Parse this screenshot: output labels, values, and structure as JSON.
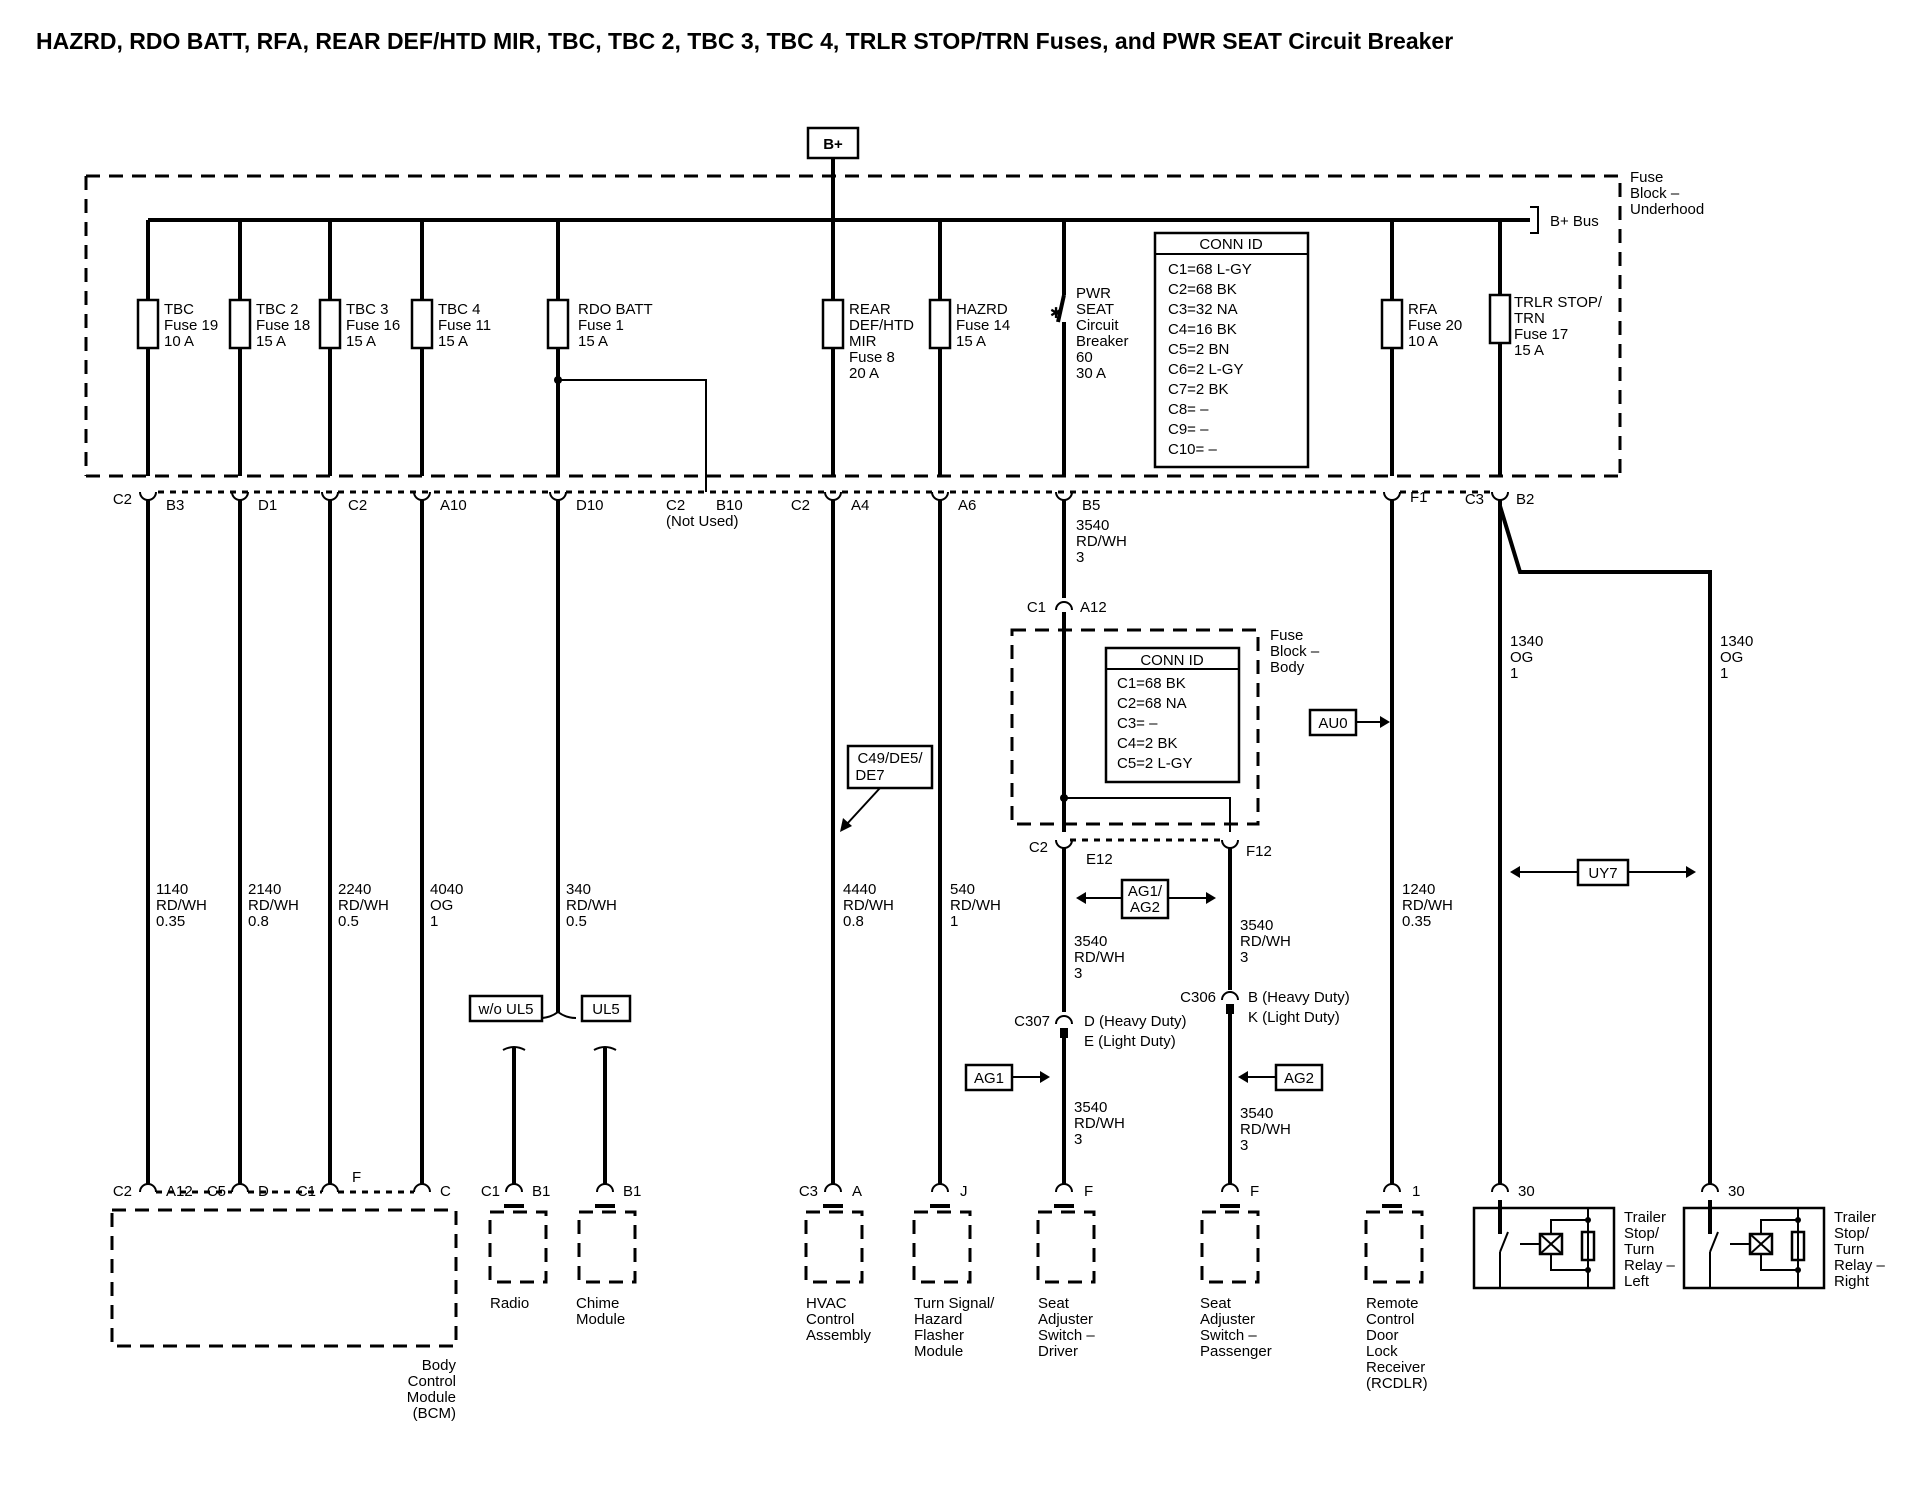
{
  "title": "HAZRD, RDO BATT, RFA, REAR DEF/HTD MIR, TBC, TBC 2, TBC 3, TBC 4, TRLR STOP/TRN Fuses, and PWR SEAT Circuit Breaker",
  "power_source": "B+",
  "bus": {
    "name": "B+ Bus",
    "block": [
      "Fuse",
      "Block –",
      "Underhood"
    ]
  },
  "fuses": [
    {
      "id": "tbc",
      "lines": [
        "TBC",
        "Fuse 19",
        "10 A"
      ],
      "upper_conn": "C2",
      "pin": "B3"
    },
    {
      "id": "tbc2",
      "lines": [
        "TBC 2",
        "Fuse 18",
        "15 A"
      ],
      "upper_conn": "",
      "pin": "D1"
    },
    {
      "id": "tbc3",
      "lines": [
        "TBC 3",
        "Fuse 16",
        "15 A"
      ],
      "upper_conn": "",
      "pin": "C2"
    },
    {
      "id": "tbc4",
      "lines": [
        "TBC 4",
        "Fuse 11",
        "15 A"
      ],
      "upper_conn": "",
      "pin": "A10"
    },
    {
      "id": "rdobatt",
      "lines": [
        "RDO BATT",
        "Fuse 1",
        "15 A"
      ],
      "upper_conn": "",
      "pin": "D10"
    },
    {
      "id": "reardef",
      "lines": [
        "REAR",
        "DEF/HTD",
        "MIR",
        "Fuse 8",
        "20 A"
      ],
      "upper_conn": "C2",
      "pin": "A4"
    },
    {
      "id": "hazrd",
      "lines": [
        "HAZRD",
        "Fuse 14",
        "15 A"
      ],
      "upper_conn": "",
      "pin": "A6"
    },
    {
      "id": "pwrseat",
      "lines": [
        "PWR",
        "SEAT",
        "Circuit",
        "Breaker",
        "60",
        "30 A"
      ],
      "upper_conn": "",
      "pin": "B5"
    },
    {
      "id": "rfa",
      "lines": [
        "RFA",
        "Fuse 20",
        "10 A"
      ],
      "upper_conn": "",
      "pin": "F1"
    },
    {
      "id": "trlr",
      "lines": [
        "TRLR STOP/",
        "TRN",
        "Fuse 17",
        "15 A"
      ],
      "upper_conn": "C3",
      "pin": "B2"
    }
  ],
  "unused_pin": {
    "conn": "C2",
    "pin": "B10",
    "note": "(Not Used)"
  },
  "conn_id_underhood": {
    "header": "CONN ID",
    "rows": [
      "C1=68 L-GY",
      "C2=68 BK",
      "C3=32 NA",
      "C4=16 BK",
      "C5=2 BN",
      "C6=2 L-GY",
      "C7=2 BK",
      "C8= –",
      "C9= –",
      "C10= –"
    ]
  },
  "fuse_block_body": {
    "name": [
      "Fuse",
      "Block –",
      "Body"
    ],
    "conn_id_header": "CONN ID",
    "conn_id_rows": [
      "C1=68 BK",
      "C2=68 NA",
      "C3= –",
      "C4=2 BK",
      "C5=2 L-GY"
    ],
    "in_conn": "C1",
    "in_pin": "A12",
    "out_conn": "C2",
    "out_pin_left": "E12",
    "out_pin_right": "F12"
  },
  "wires": {
    "w1140": [
      "1140",
      "RD/WH",
      "0.35"
    ],
    "w2140": [
      "2140",
      "RD/WH",
      "0.8"
    ],
    "w2240": [
      "2240",
      "RD/WH",
      "0.5"
    ],
    "w4040": [
      "4040",
      "OG",
      "1"
    ],
    "w340": [
      "340",
      "RD/WH",
      "0.5"
    ],
    "w4440": [
      "4440",
      "RD/WH",
      "0.8"
    ],
    "w540": [
      "540",
      "RD/WH",
      "1"
    ],
    "w3540": [
      "3540",
      "RD/WH",
      "3"
    ],
    "w1240": [
      "1240",
      "RD/WH",
      "0.35"
    ],
    "w1340": [
      "1340",
      "OG",
      "1"
    ]
  },
  "options": {
    "c49": [
      "C49/DE5/",
      "DE7"
    ],
    "au0": "AU0",
    "ag1ag2": [
      "AG1/",
      "AG2"
    ],
    "ag1": "AG1",
    "ag2": "AG2",
    "uy7": "UY7",
    "wo_ul5": "w/o UL5",
    "ul5": "UL5"
  },
  "inline_connectors": {
    "c307": {
      "name": "C307",
      "line1": "D (Heavy Duty)",
      "line2": "E (Light Duty)"
    },
    "c306": {
      "name": "C306",
      "line1": "B (Heavy Duty)",
      "line2": "K (Light Duty)"
    }
  },
  "components": {
    "bcm": {
      "name": [
        "Body",
        "Control",
        "Module",
        "(BCM)"
      ],
      "pins": [
        "C2",
        "A12",
        "C5",
        "D",
        "C1",
        "F",
        "C"
      ]
    },
    "radio": {
      "name": [
        "Radio"
      ],
      "conn": "C1",
      "pin": "B1"
    },
    "chime": {
      "name": [
        "Chime",
        "Module"
      ],
      "pin": "B1"
    },
    "hvac": {
      "name": [
        "HVAC",
        "Control",
        "Assembly"
      ],
      "conn": "C3",
      "pin": "A"
    },
    "flasher": {
      "name": [
        "Turn Signal/",
        "Hazard",
        "Flasher",
        "Module"
      ],
      "pin": "J"
    },
    "seat_driver": {
      "name": [
        "Seat",
        "Adjuster",
        "Switch –",
        "Driver"
      ],
      "pin": "F"
    },
    "seat_passenger": {
      "name": [
        "Seat",
        "Adjuster",
        "Switch –",
        "Passenger"
      ],
      "pin": "F"
    },
    "rcdlr": {
      "name": [
        "Remote",
        "Control",
        "Door",
        "Lock",
        "Receiver",
        "(RCDLR)"
      ],
      "pin": "1"
    },
    "relay_left": {
      "name": [
        "Trailer",
        "Stop/",
        "Turn",
        "Relay –",
        "Left"
      ],
      "pin": "30"
    },
    "relay_right": {
      "name": [
        "Trailer",
        "Stop/",
        "Turn",
        "Relay –",
        "Right"
      ],
      "pin": "30"
    }
  }
}
